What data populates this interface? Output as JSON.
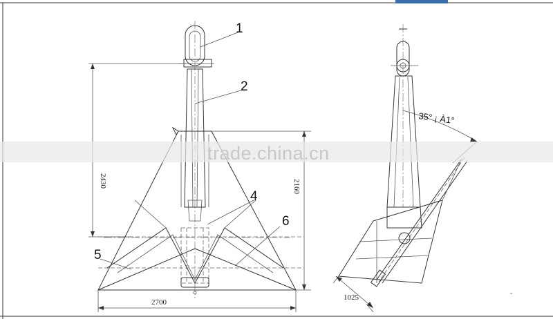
{
  "watermark": "trade.china.cn",
  "dimensions": {
    "overall_height": "2430",
    "fluke_height": "2160",
    "base_width": "2700",
    "side_length": "1025",
    "fluke_angle": "35° ¡ À1°"
  },
  "callouts": [
    "1",
    "2",
    "4",
    "5",
    "6"
  ],
  "colors": {
    "line": "#333333",
    "watermark": "#c8c8c8",
    "background": "#ffffff"
  }
}
